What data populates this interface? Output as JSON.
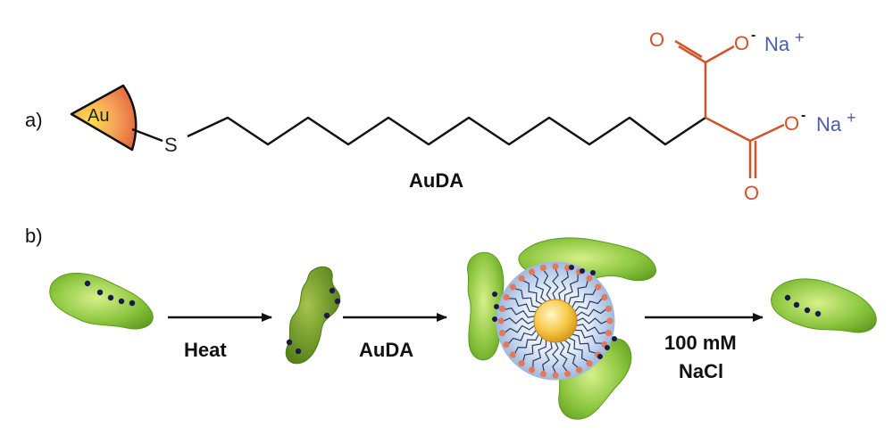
{
  "panel_a": {
    "label": "a)",
    "gold_symbol": "Au",
    "sulfur_symbol": "S",
    "oxygen_symbol": "O",
    "charge": "-",
    "counterion": "Na",
    "counterion_charge": "+",
    "molecule_name": "AuDA"
  },
  "panel_b": {
    "label": "b)",
    "step1": "Heat",
    "step2": "AuDA",
    "step3_line1": "100 mM",
    "step3_line2": "NaCl"
  },
  "colors": {
    "chain": "#111111",
    "carboxylate": "#d2522a",
    "counterion": "#4a5ea8",
    "protein_green": "#8cc63f",
    "protein_dark": "#5c8a1e",
    "particle_core": "#f5c84a",
    "shell_blue": "#b9cde8",
    "head_group": "#e07a5a",
    "residue_dot": "#1a1a4a"
  }
}
